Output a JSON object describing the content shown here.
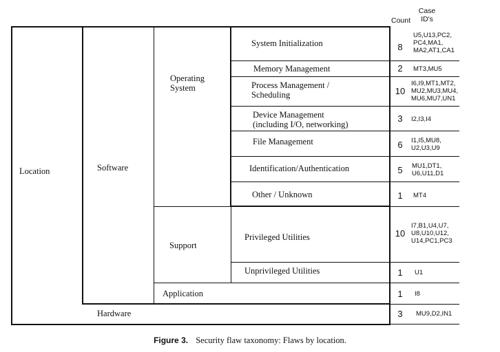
{
  "header": {
    "count": "Count",
    "case_ids": [
      "Case",
      "ID's"
    ]
  },
  "tree": {
    "location": "Location",
    "software": "Software",
    "operating_system": [
      "Operating",
      "System"
    ],
    "support": "Support",
    "application": "Application",
    "hardware": "Hardware"
  },
  "rows": [
    {
      "label": [
        "System Initialization"
      ],
      "count": "8",
      "ids": [
        "U5,U13,PC2,",
        "PC4,MA1,",
        "MA2,AT1,CA1"
      ]
    },
    {
      "label": [
        "Memory Management"
      ],
      "count": "2",
      "ids": [
        "MT3,MU5"
      ]
    },
    {
      "label": [
        "Process Management /",
        "Scheduling"
      ],
      "count": "10",
      "ids": [
        "I6,I9,MT1,MT2,",
        "MU2,MU3,MU4,",
        "MU6,MU7,UN1"
      ]
    },
    {
      "label": [
        "Device Management",
        "(including I/O, networking)"
      ],
      "count": "3",
      "ids": [
        "I2,I3,I4"
      ]
    },
    {
      "label": [
        "File Management"
      ],
      "count": "6",
      "ids": [
        "I1,I5,MU8,",
        "U2,U3,U9"
      ]
    },
    {
      "label": [
        "Identification/Authentication"
      ],
      "count": "5",
      "ids": [
        "MU1,DT1,",
        "U6,U11,D1"
      ]
    },
    {
      "label": [
        "Other / Unknown"
      ],
      "count": "1",
      "ids": [
        "MT4"
      ]
    },
    {
      "label": [
        "Privileged Utilities"
      ],
      "count": "10",
      "ids": [
        "I7,B1,U4,U7,",
        "U8,U10,U12,",
        "U14,PC1,PC3"
      ]
    },
    {
      "label": [
        "Unprivileged Utilities"
      ],
      "count": "1",
      "ids": [
        "U1"
      ]
    },
    {
      "label": [],
      "count": "1",
      "ids": [
        "I8"
      ]
    },
    {
      "label": [],
      "count": "3",
      "ids": [
        "MU9,D2,IN1"
      ]
    }
  ],
  "caption": {
    "figure": "Figure 3.",
    "text": "Security flaw taxonomy: Flaws by location."
  }
}
